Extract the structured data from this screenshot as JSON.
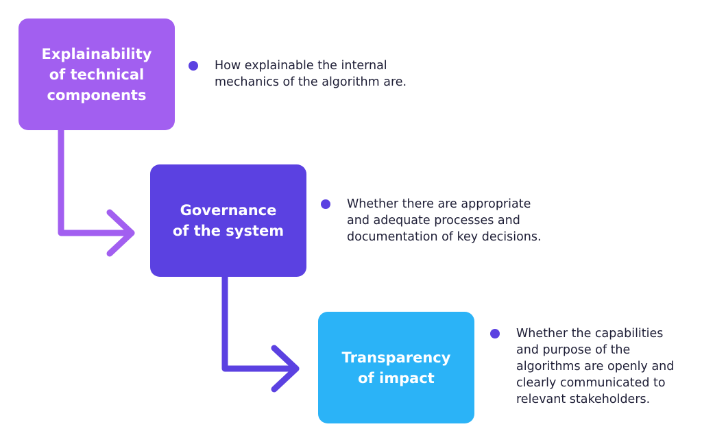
{
  "steps": [
    {
      "title": "Explainability of technical components",
      "title_lines": [
        "Explainability",
        "of technical",
        "components"
      ],
      "color": "#a25ff0",
      "description": "How explainable the internal\nmechanics of the algorithm are."
    },
    {
      "title": "Governance of the system",
      "title_lines": [
        "Governance",
        "of the system"
      ],
      "color": "#5b41e1",
      "description": "Whether there are appropriate\nand adequate processes and\ndocumentation of key decisions."
    },
    {
      "title": "Transparency of impact",
      "title_lines": [
        "Transparency",
        "of impact"
      ],
      "color": "#2bb3f7",
      "description": "Whether the capabilities\nand purpose of the\nalgorithms are openly and\nclearly communicated to\nrelevant stakeholders."
    }
  ],
  "colors": {
    "bullet": "#5b41e1",
    "arrow_1": "#a25ff0",
    "arrow_2": "#5b41e1",
    "text": "#1d1d35"
  }
}
